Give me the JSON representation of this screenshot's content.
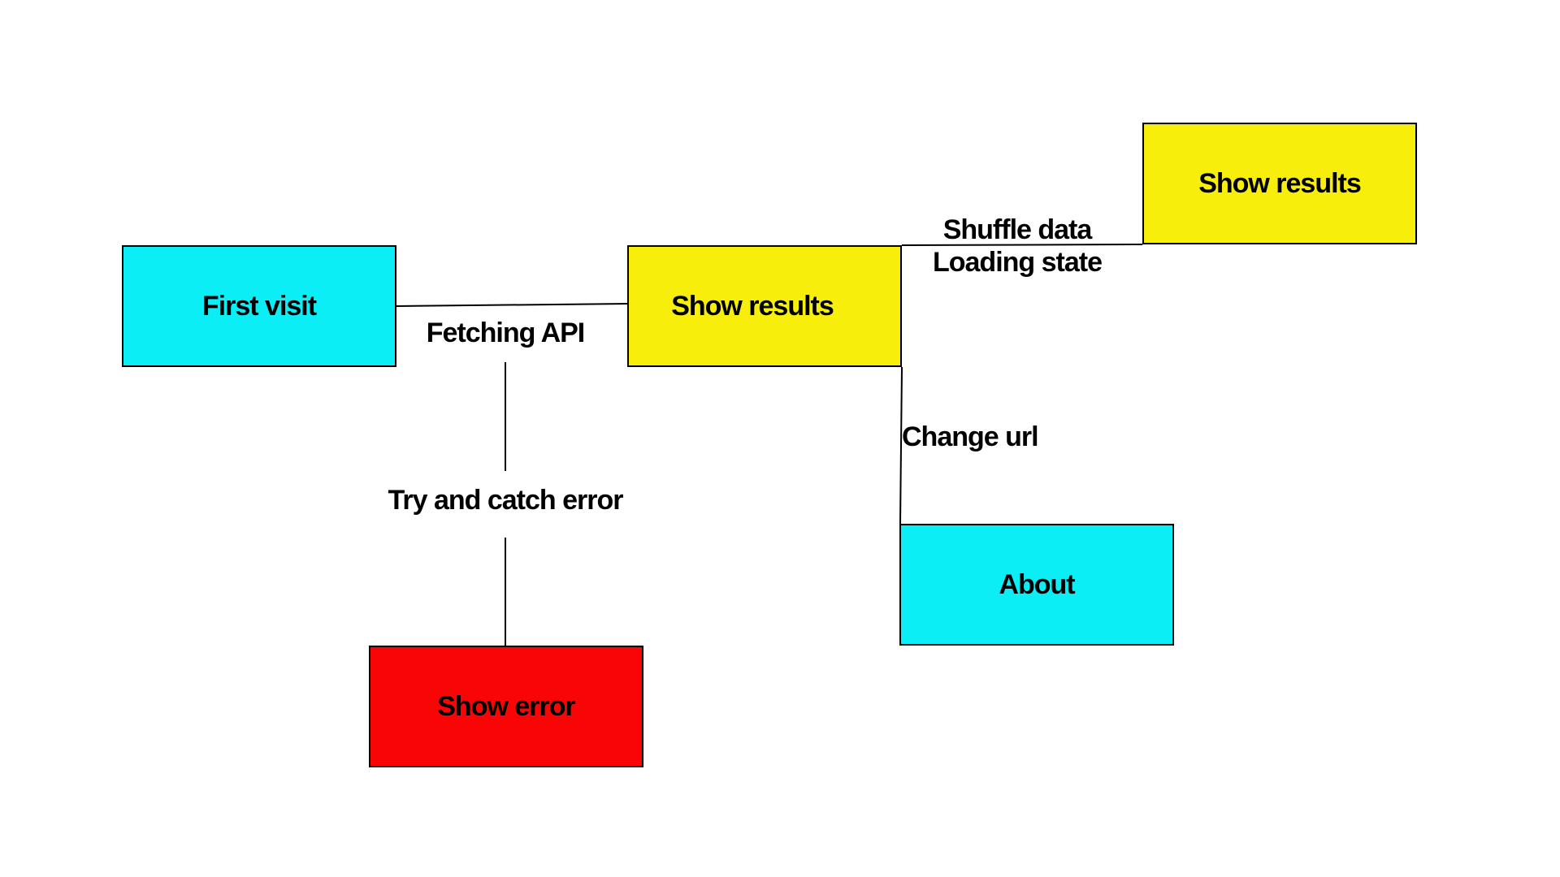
{
  "nodes": {
    "first_visit": {
      "label": "First visit",
      "color": "#0BEEF5"
    },
    "show_results_1": {
      "label": "Show results",
      "color": "#F7EE0B"
    },
    "show_results_2": {
      "label": "Show results",
      "color": "#F7EE0B"
    },
    "about": {
      "label": "About",
      "color": "#0BEEF5"
    },
    "show_error": {
      "label": "Show error",
      "color": "#FA0505"
    }
  },
  "edges": {
    "fetching_api": "Fetching API",
    "try_catch": "Try and catch error",
    "change_url": "Change url",
    "shuffle_data": "Shuffle data",
    "loading_state": "Loading state"
  }
}
